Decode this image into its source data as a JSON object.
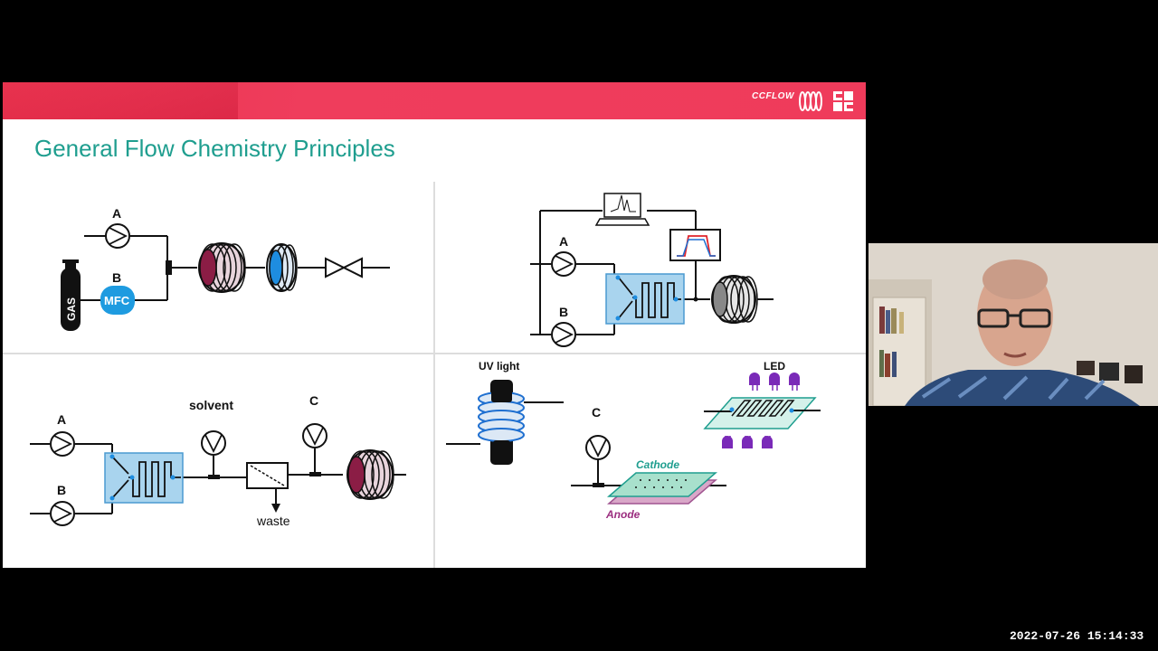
{
  "slide": {
    "title": "General Flow Chemistry Principles",
    "logo_text": "CCFLOW",
    "accent_color": "#1f9e8f",
    "header_color": "#ef3b5b"
  },
  "panel_top_left": {
    "pump_a": "A",
    "pump_b": "B",
    "gas_label": "GAS",
    "mfc_label": "MFC"
  },
  "panel_top_right": {
    "pump_a": "A",
    "pump_b": "B"
  },
  "panel_bottom_left": {
    "pump_a": "A",
    "pump_b": "B",
    "pump_c": "C",
    "solvent": "solvent",
    "waste": "waste"
  },
  "panel_bottom_right": {
    "uv_light": "UV light",
    "pump_c": "C",
    "led": "LED",
    "cathode": "Cathode",
    "anode": "Anode"
  },
  "timestamp": "2022-07-26  15:14:33"
}
